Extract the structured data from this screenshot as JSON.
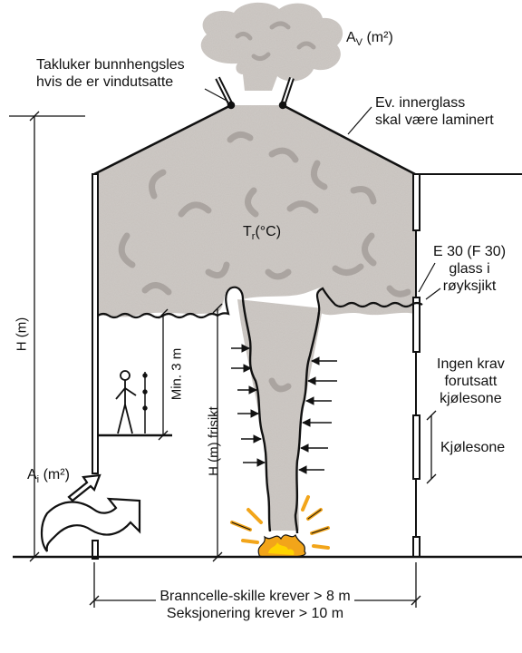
{
  "labels": {
    "av_prefix": "A",
    "av_sub": "V",
    "av_unit": "(m²)",
    "takluker_line1": "Takluker bunnhengsles",
    "takluker_line2": "hvis de er vindutsatte",
    "innerglass_line1": "Ev. innerglass",
    "innerglass_line2": "skal være laminert",
    "tr_prefix": "T",
    "tr_sub": "r",
    "tr_unit": "(°C)",
    "e30_line1": "E 30 (F 30)",
    "e30_line2": "glass i",
    "e30_line3": "røyksjikt",
    "ingen_line1": "Ingen krav",
    "ingen_line2": "forutsatt",
    "ingen_line3": "kjølesone",
    "kjolesone": "Kjølesone",
    "h_m": "H (m)",
    "min3m": "Min. 3 m",
    "h_frisikt": "H (m) frisikt",
    "ai_prefix": "A",
    "ai_sub": "i",
    "ai_unit": "(m²)",
    "branncelle": "Branncelle-skille krever > 8 m",
    "seksjonering": "Seksjonering krever > 10 m"
  },
  "colors": {
    "smoke": "#cfcac6",
    "smoke_dark": "#a9a39f",
    "outline": "#111111",
    "fire_orange": "#f2a51a",
    "fire_yellow": "#ffd400"
  }
}
